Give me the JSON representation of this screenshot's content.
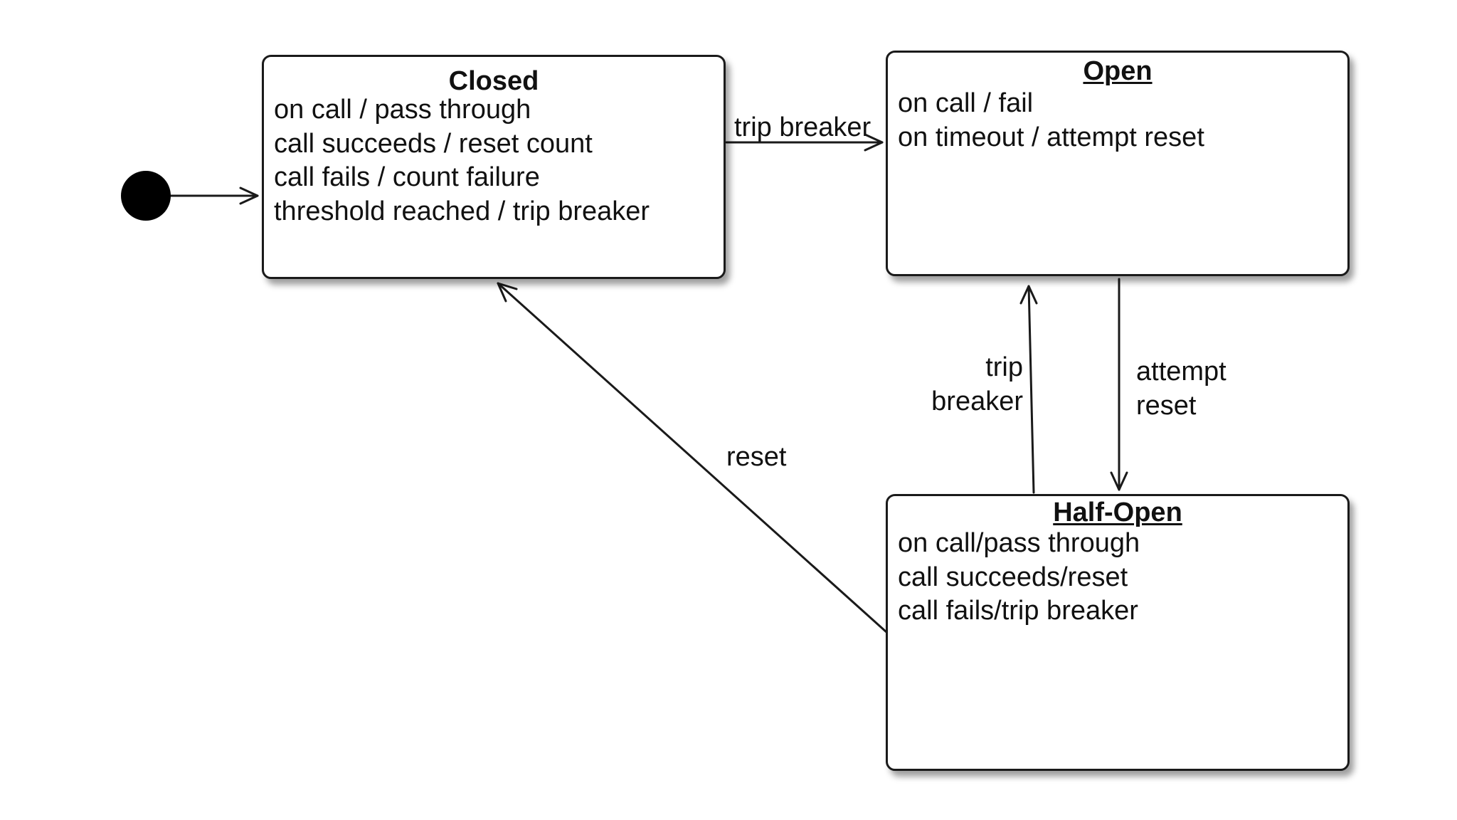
{
  "states": {
    "closed": {
      "title": "Closed",
      "actions": [
        "on call / pass through",
        "call succeeds / reset count",
        "call fails / count failure",
        "threshold reached / trip breaker"
      ]
    },
    "open": {
      "title": "Open",
      "actions": [
        "on call / fail",
        "on timeout / attempt reset"
      ]
    },
    "half_open": {
      "title": "Half-Open",
      "actions": [
        "on call/pass through",
        "call succeeds/reset",
        "call fails/trip breaker"
      ]
    }
  },
  "transitions": {
    "closed_to_open": "trip breaker",
    "half_open_to_open": "trip\nbreaker",
    "open_to_half_open": "attempt\nreset",
    "half_open_to_closed": "reset"
  },
  "colors": {
    "stroke": "#1a1a1a",
    "initial_node": "#000000",
    "background": "#ffffff"
  }
}
